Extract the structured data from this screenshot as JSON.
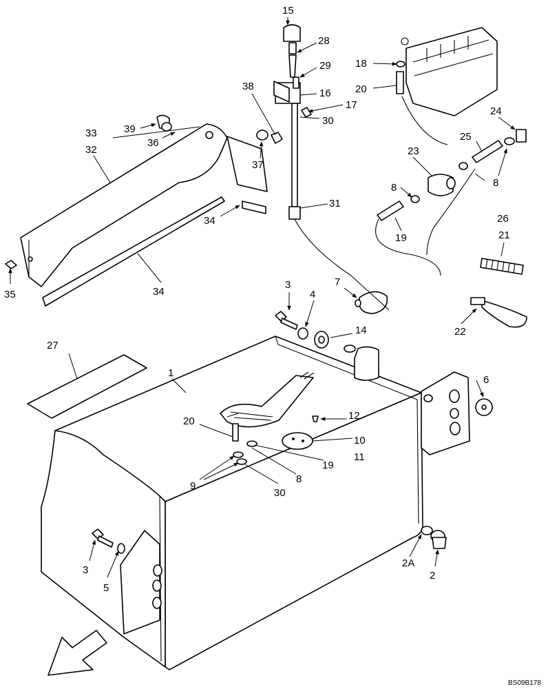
{
  "diagram": {
    "drawing_code": "BS09B178",
    "callouts": {
      "c1": "1",
      "c2": "2",
      "c2A": "2A",
      "c3a": "3",
      "c3b": "3",
      "c4": "4",
      "c5": "5",
      "c6": "6",
      "c7": "7",
      "c8a": "8",
      "c8b": "8",
      "c8c": "8",
      "c9": "9",
      "c10": "10",
      "c11": "11",
      "c12": "12",
      "c14": "14",
      "c15": "15",
      "c17": "17",
      "c16": "16",
      "c18": "18",
      "c19a": "19",
      "c19b": "19",
      "c20a": "20",
      "c20b": "20",
      "c21": "21",
      "c22": "22",
      "c23": "23",
      "c24": "24",
      "c25": "25",
      "c26": "26",
      "c27": "27",
      "c28": "28",
      "c29": "29",
      "c30a": "30",
      "c30b": "30",
      "c31": "31",
      "c32": "32",
      "c33": "33",
      "c34a": "34",
      "c34b": "34",
      "c35": "35",
      "c36": "36",
      "c37": "37",
      "c38": "38",
      "c39": "39"
    }
  }
}
